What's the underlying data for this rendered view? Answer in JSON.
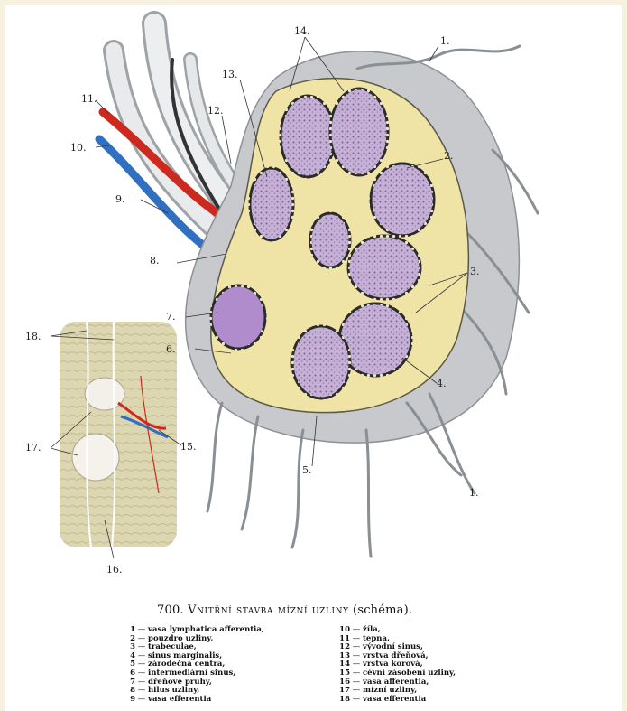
{
  "caption": {
    "number": "700.",
    "title": "Vnitřní stavba mízní uzliny",
    "note": "(schéma)."
  },
  "callouts": [
    "1.",
    "2.",
    "3.",
    "4.",
    "5.",
    "6.",
    "7.",
    "8.",
    "9.",
    "10.",
    "11.",
    "12.",
    "13.",
    "14.",
    "15.",
    "16.",
    "17.",
    "18."
  ],
  "legend": {
    "left": [
      {
        "num": "1",
        "text": "vasa lymphatica afferentia,"
      },
      {
        "num": "2",
        "text": "pouzdro uzliny,"
      },
      {
        "num": "3",
        "text": "trabeculae,"
      },
      {
        "num": "4",
        "text": "sinus marginalis,"
      },
      {
        "num": "5",
        "text": "zárodečná centra,"
      },
      {
        "num": "6",
        "text": "intermediární sinus,"
      },
      {
        "num": "7",
        "text": "dřeňové pruhy,"
      },
      {
        "num": "8",
        "text": "hilus uzliny,"
      },
      {
        "num": "9",
        "text": "vasa efferentia"
      }
    ],
    "right": [
      {
        "num": "10",
        "text": "žíla,"
      },
      {
        "num": "11",
        "text": "tepna,"
      },
      {
        "num": "12",
        "text": "vývodní sinus,"
      },
      {
        "num": "13",
        "text": "vrstva dřeňová,"
      },
      {
        "num": "14",
        "text": "vrstva korová,"
      },
      {
        "num": "15",
        "text": "cévní zásobení uzliny,"
      },
      {
        "num": "16",
        "text": "vasa afferentia,"
      },
      {
        "num": "17",
        "text": "mízní uzliny,"
      },
      {
        "num": "18",
        "text": "vasa efferentia"
      }
    ]
  },
  "colors": {
    "page_border": "#f7f1df",
    "capsule_gray": "#c7c9cc",
    "cortex_yellow": "#efe3a6",
    "follicle_purple": "#b49bc6",
    "artery_red": "#cc2a1e",
    "vein_blue": "#3170c0",
    "lymph_vessel_white": "#e6e8ea"
  }
}
